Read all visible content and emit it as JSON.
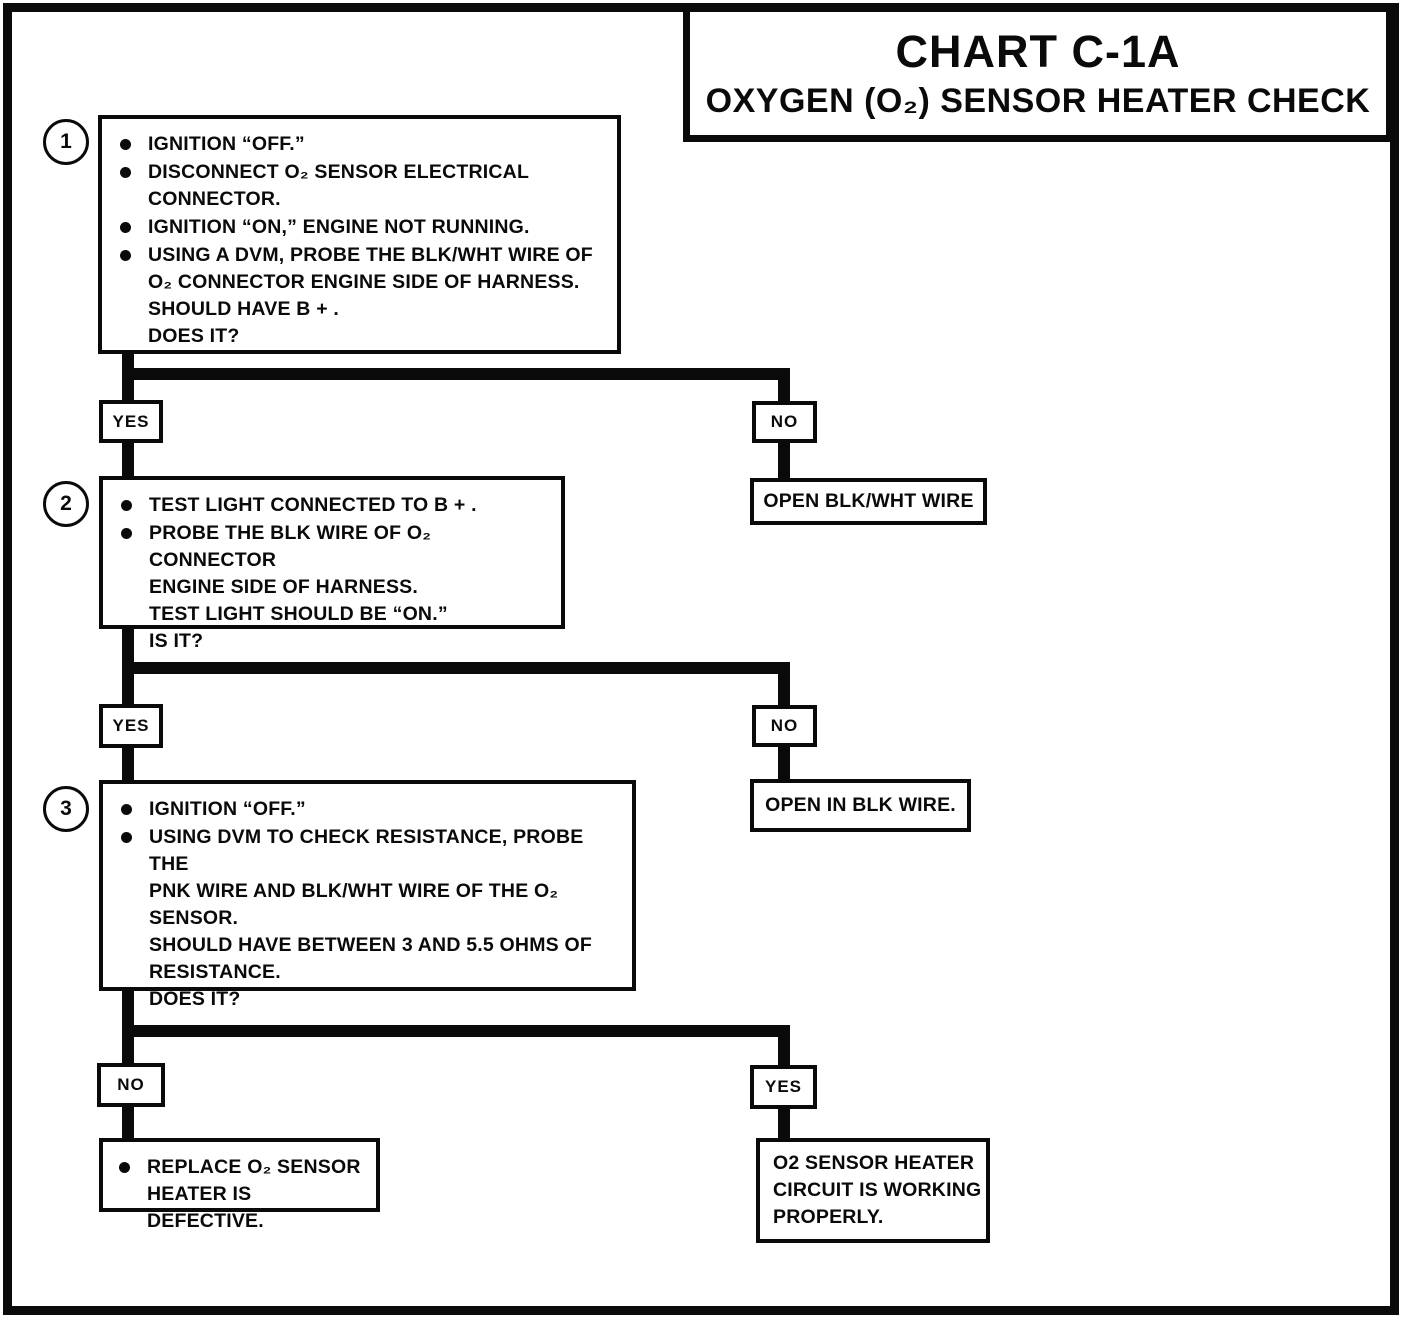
{
  "title": {
    "line1": "CHART C-1A",
    "line2": "OXYGEN (O₂) SENSOR HEATER CHECK"
  },
  "step1": {
    "number": "1",
    "bullets": [
      "IGNITION “OFF.”",
      "DISCONNECT O₂ SENSOR ELECTRICAL\nCONNECTOR.",
      "IGNITION “ON,” ENGINE NOT RUNNING.",
      "USING A DVM, PROBE THE BLK/WHT WIRE OF\nO₂ CONNECTOR ENGINE SIDE OF HARNESS.\nSHOULD HAVE B + .\nDOES IT?"
    ]
  },
  "branch1": {
    "yes_label": "YES",
    "no_label": "NO",
    "no_result": "OPEN BLK/WHT WIRE"
  },
  "step2": {
    "number": "2",
    "bullets": [
      "TEST LIGHT CONNECTED TO B + .",
      "PROBE THE BLK WIRE OF O₂ CONNECTOR\nENGINE SIDE OF HARNESS.\nTEST LIGHT SHOULD BE “ON.”\nIS IT?"
    ]
  },
  "branch2": {
    "yes_label": "YES",
    "no_label": "NO",
    "no_result": "OPEN IN BLK WIRE."
  },
  "step3": {
    "number": "3",
    "bullets": [
      "IGNITION “OFF.”",
      "USING DVM TO CHECK RESISTANCE, PROBE THE\nPNK WIRE AND BLK/WHT WIRE OF THE O₂\nSENSOR.\nSHOULD HAVE BETWEEN 3 AND 5.5 OHMS OF\nRESISTANCE.\nDOES IT?"
    ]
  },
  "branch3": {
    "no_label": "NO",
    "yes_label": "YES",
    "no_result": "REPLACE O₂ SENSOR\nHEATER IS DEFECTIVE.",
    "yes_result": "O2 SENSOR HEATER\nCIRCUIT IS WORKING\nPROPERLY."
  }
}
